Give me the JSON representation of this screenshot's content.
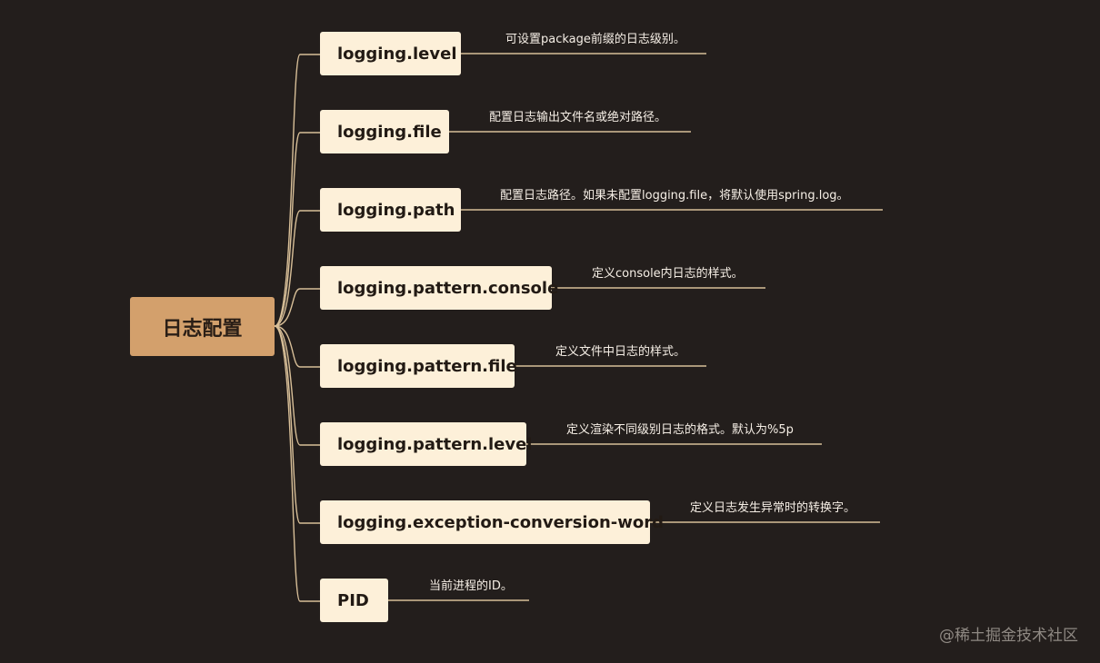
{
  "root": {
    "label": "日志配置"
  },
  "branches": [
    {
      "label": "logging.level",
      "desc": "可设置package前缀的日志级别。"
    },
    {
      "label": "logging.file",
      "desc": "配置日志输出文件名或绝对路径。"
    },
    {
      "label": "logging.path",
      "desc": "配置日志路径。如果未配置logging.file，将默认使用spring.log。"
    },
    {
      "label": "logging.pattern.console",
      "desc": "定义console内日志的样式。"
    },
    {
      "label": "logging.pattern.file",
      "desc": "定义文件中日志的样式。"
    },
    {
      "label": "logging.pattern.level",
      "desc": "定义渲染不同级别日志的格式。默认为%5p"
    },
    {
      "label": "logging.exception-conversion-word",
      "desc": "定义日志发生异常时的转换字。"
    },
    {
      "label": "PID",
      "desc": "当前进程的ID。"
    }
  ],
  "watermark": "@稀土掘金技术社区",
  "colors": {
    "background": "#231e1c",
    "root_fill": "#d3a06c",
    "node_fill": "#fdf0d9",
    "connector": "#d8bf98",
    "desc_text": "#f6efe6"
  }
}
